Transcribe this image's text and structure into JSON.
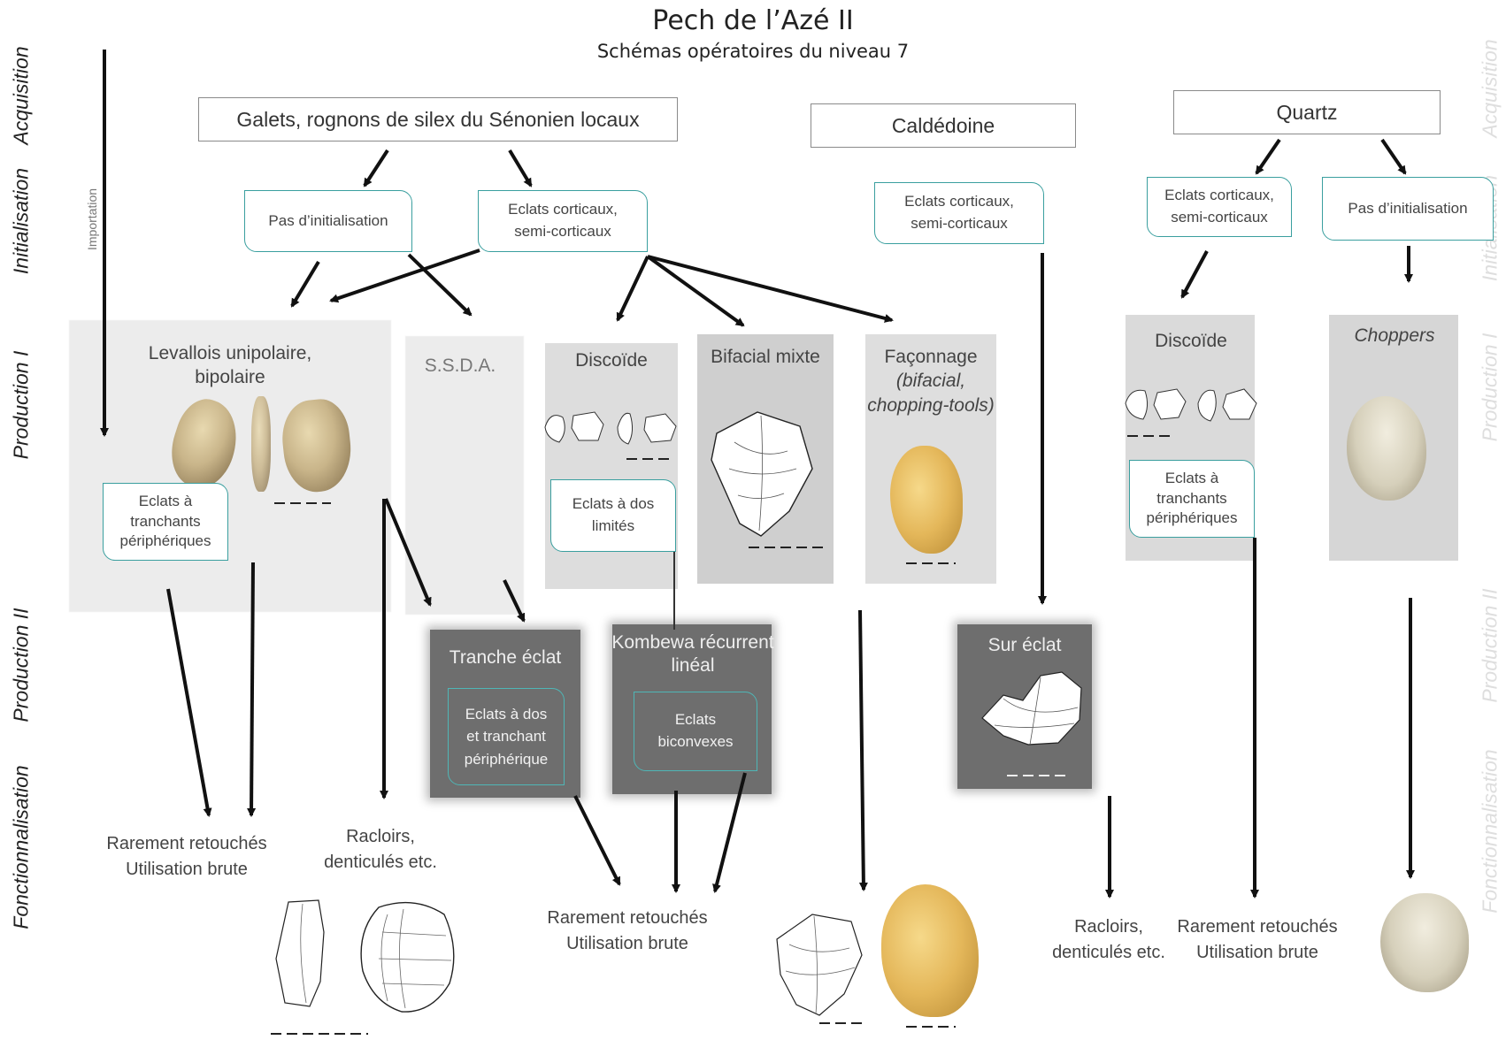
{
  "header": {
    "title": "Pech de l’Azé II",
    "subtitle": "Schémas opératoires du niveau 7"
  },
  "phases": [
    "Acquisition",
    "Initialisation",
    "Production I",
    "Production II",
    "Fonctionnalisation"
  ],
  "importation_label": "Importation",
  "sources": {
    "silex": "Galets, rognons de silex du Sénonien locaux",
    "calcedoine": "Caldédoine",
    "quartz": "Quartz"
  },
  "initialisation": {
    "silex_pas": "Pas d’initialisation",
    "silex_eclats": [
      "Eclats corticaux,",
      "semi-corticaux"
    ],
    "calcedoine_eclats": [
      "Eclats corticaux,",
      "semi-corticaux"
    ],
    "quartz_eclats": [
      "Eclats corticaux,",
      "semi-corticaux"
    ],
    "quartz_pas": "Pas d’initialisation"
  },
  "production1": {
    "levallois": [
      "Levallois unipolaire,",
      "bipolaire"
    ],
    "levallois_tag": [
      "Eclats à",
      "tranchants",
      "périphériques"
    ],
    "ssda": "S.S.D.A.",
    "discoide": "Discoïde",
    "discoide_tag": [
      "Eclats à dos",
      "limités"
    ],
    "bifacial": "Bifacial mixte",
    "faconnage": [
      "Façonnage",
      "(bifacial,",
      "chopping-tools)"
    ],
    "quartz_discoide": "Discoïde",
    "quartz_tag": [
      "Eclats à",
      "tranchants",
      "périphériques"
    ],
    "choppers": "Choppers"
  },
  "production2": {
    "tranche": "Tranche éclat",
    "tranche_tag": [
      "Eclats à dos",
      "et tranchant",
      "périphérique"
    ],
    "kombewa": [
      "Kombewa récurrent",
      "linéal"
    ],
    "kombewa_tag": [
      "Eclats",
      "biconvexes"
    ],
    "sur_eclat": "Sur éclat"
  },
  "fonctionnalisation": {
    "rarement1": [
      "Rarement retouchés",
      "Utilisation brute"
    ],
    "racloirs1": [
      "Racloirs,",
      "denticulés etc."
    ],
    "rarement2": [
      "Rarement retouchés",
      "Utilisation brute"
    ],
    "racloirs2": [
      "Racloirs,",
      "denticulés etc."
    ],
    "rarement3": [
      "Rarement retouchés",
      "Utilisation brute"
    ]
  },
  "colors": {
    "tag_border": "#3a9f9f",
    "panel_light": "#ececec",
    "panel_mid": "#d3d3d3",
    "panel_dark": "#6e6e6e"
  },
  "arrows": [
    {
      "from": "importation",
      "to": "levallois"
    },
    {
      "from": "silex",
      "to": "silex_pas"
    },
    {
      "from": "silex",
      "to": "silex_eclats"
    },
    {
      "from": "silex_pas",
      "to": "levallois"
    },
    {
      "from": "silex_pas",
      "to": "ssda"
    },
    {
      "from": "silex_eclats",
      "to": "levallois"
    },
    {
      "from": "silex_eclats",
      "to": "discoide"
    },
    {
      "from": "silex_eclats",
      "to": "bifacial"
    },
    {
      "from": "silex_eclats",
      "to": "faconnage"
    },
    {
      "from": "quartz",
      "to": "quartz_eclats"
    },
    {
      "from": "quartz",
      "to": "quartz_pas"
    },
    {
      "from": "quartz_eclats",
      "to": "quartz_discoide"
    },
    {
      "from": "quartz_pas",
      "to": "choppers"
    },
    {
      "from": "calcedoine_eclats",
      "to": "sur_eclat"
    },
    {
      "from": "ssda",
      "to": "tranche"
    },
    {
      "from": "levallois",
      "to": "tranche"
    },
    {
      "from": "levallois",
      "to": "rarement1"
    },
    {
      "from": "levallois",
      "to": "racloirs1"
    },
    {
      "from": "tranche",
      "to": "rarement2"
    },
    {
      "from": "kombewa",
      "to": "rarement2"
    },
    {
      "from": "faconnage",
      "to": "faconnage_tools"
    },
    {
      "from": "sur_eclat",
      "to": "racloirs2"
    },
    {
      "from": "quartz_discoide",
      "to": "rarement3"
    },
    {
      "from": "choppers",
      "to": "choppers_tool"
    }
  ]
}
